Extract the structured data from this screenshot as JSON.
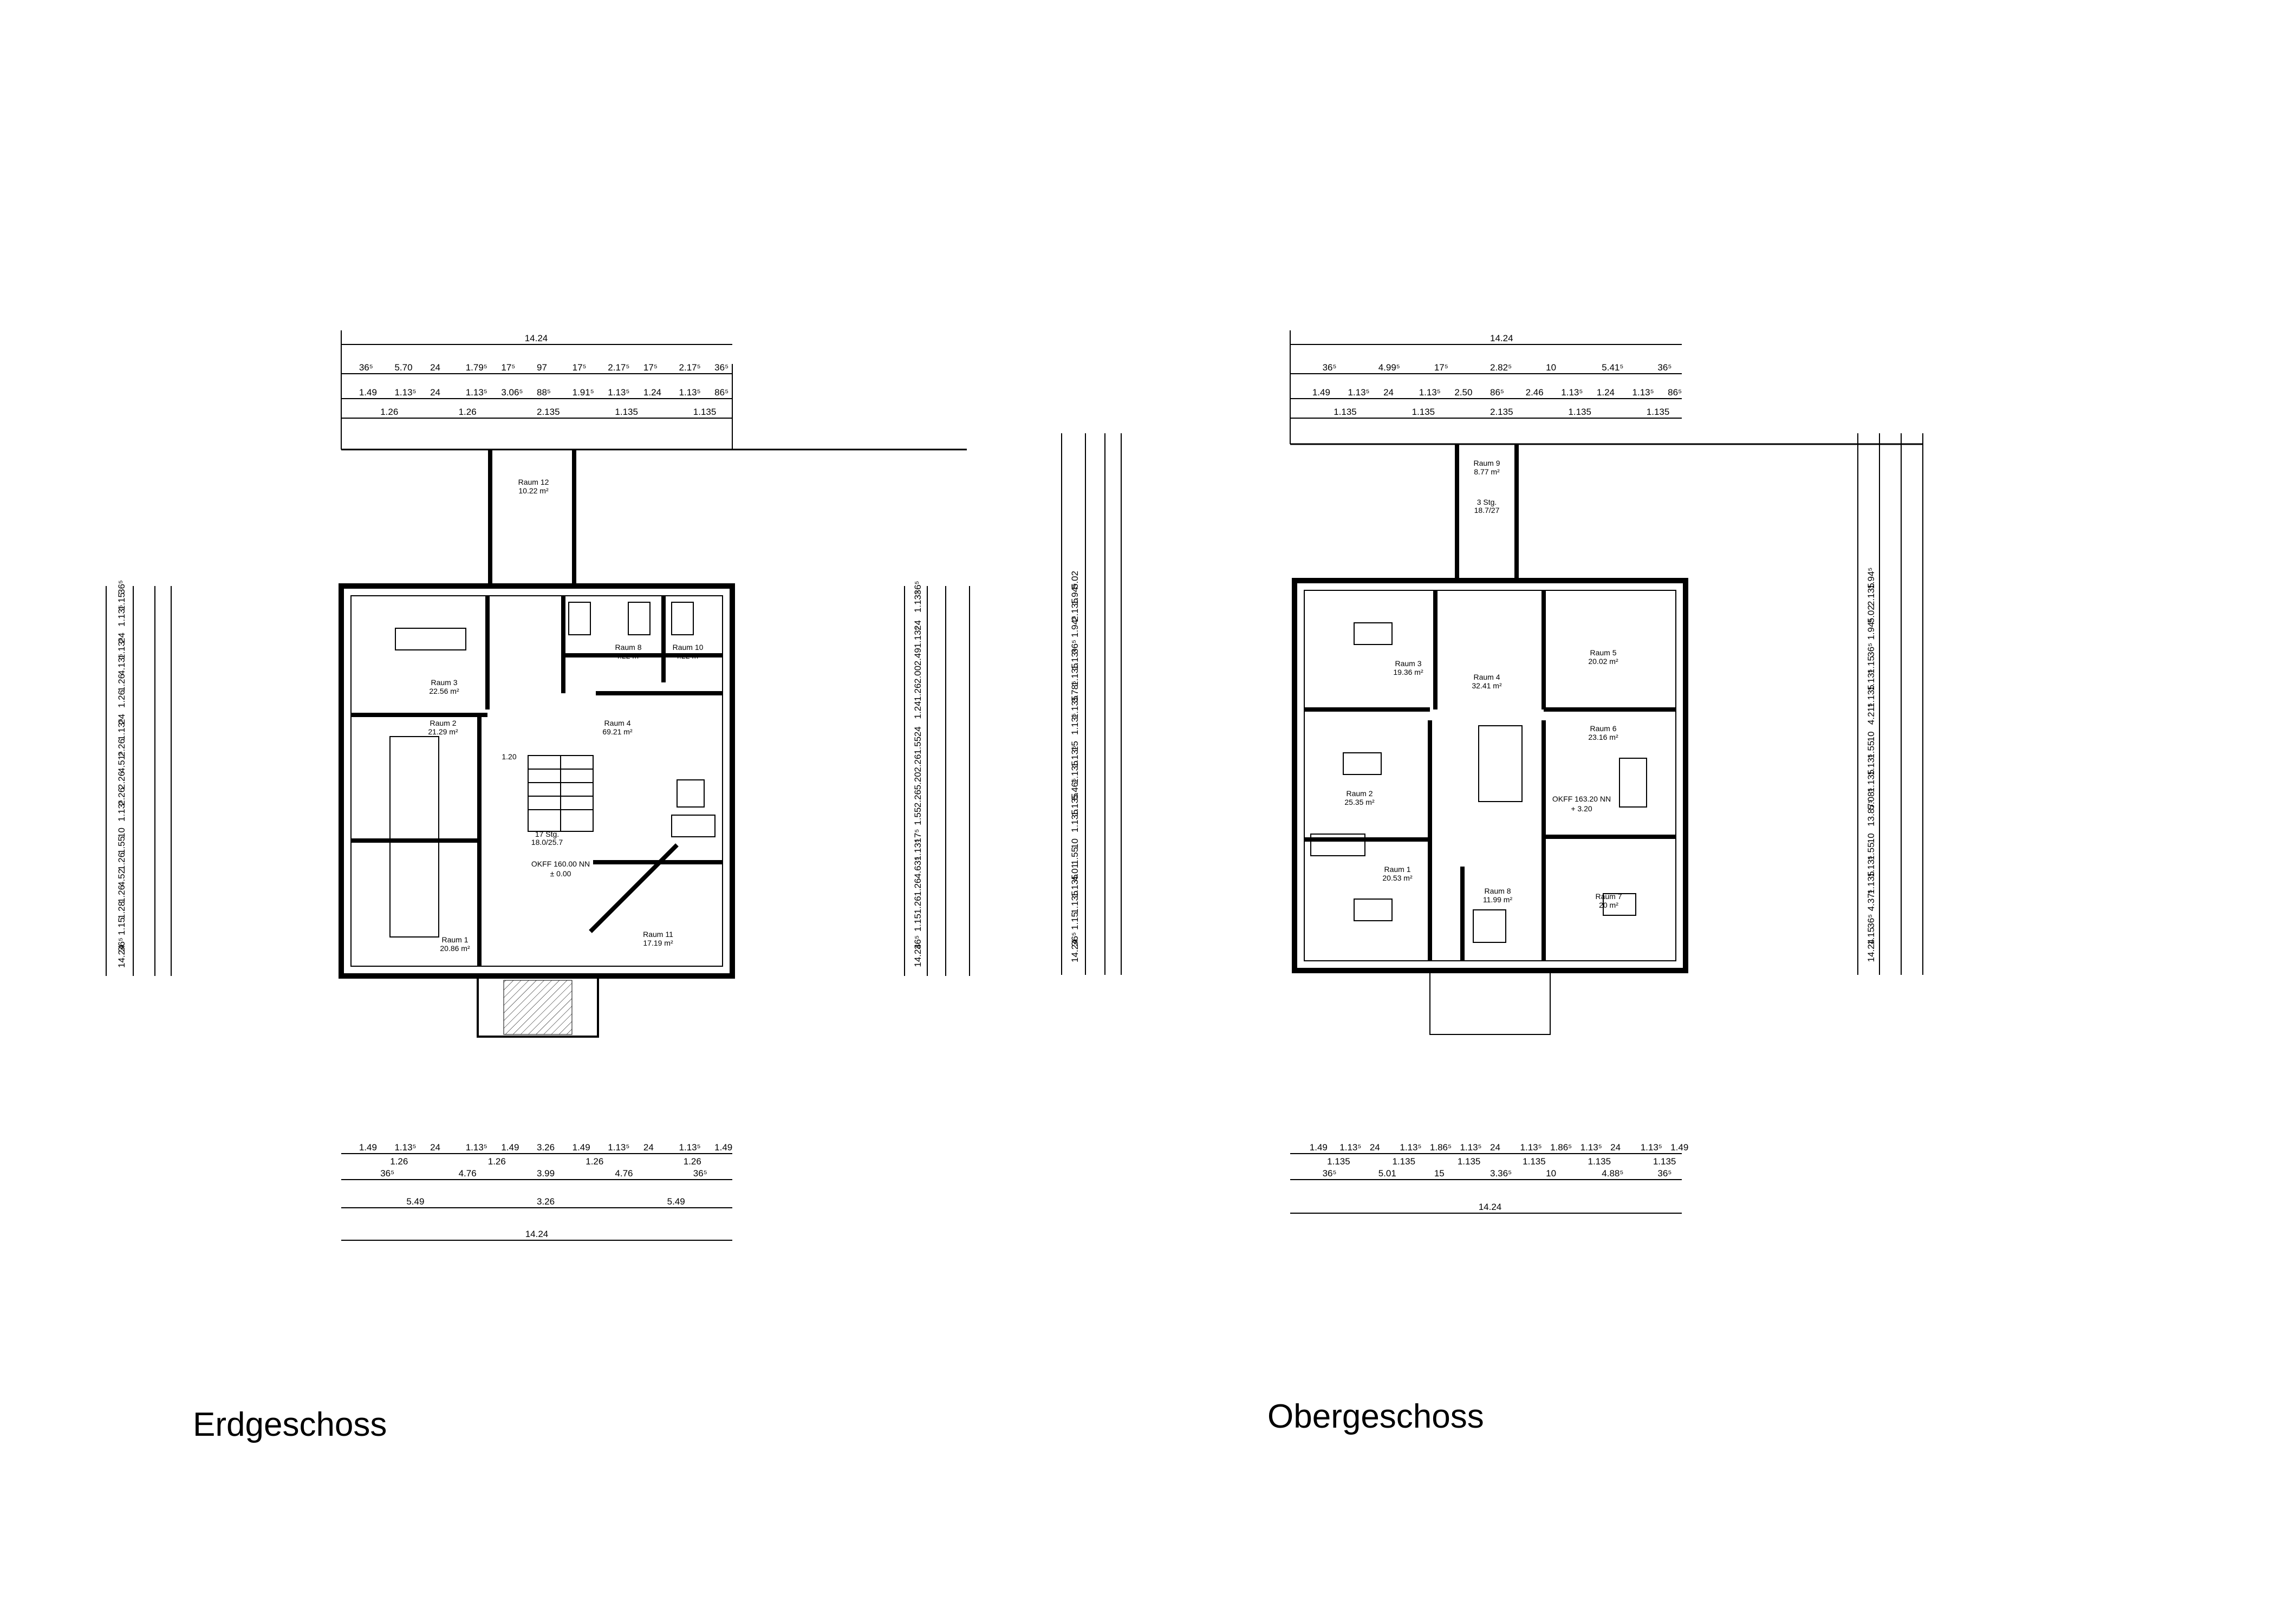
{
  "floors": [
    {
      "id": "eg",
      "title": "Erdgeschoss",
      "top_total": "14.24",
      "top_row1": [
        "36⁵",
        "5.70",
        "24",
        "1.79⁵",
        "17⁵",
        "97",
        "17⁵",
        "2.17⁵",
        "17⁵",
        "2.17⁵",
        "36⁵"
      ],
      "top_row2": [
        "1.49",
        "1.13⁵",
        "24",
        "1.13⁵",
        "3.06⁵",
        "88⁵",
        "1.91⁵",
        "1.13⁵",
        "1.24",
        "1.13⁵",
        "86⁵"
      ],
      "top_row3": [
        "1.26",
        "1.26",
        "2.135",
        "1.135",
        "1.135"
      ],
      "bottom_row1": [
        "1.49",
        "1.13⁵",
        "24",
        "1.13⁵",
        "1.49",
        "3.26",
        "1.49",
        "1.13⁵",
        "24",
        "1.13⁵",
        "1.49"
      ],
      "bottom_row2": [
        "1.26",
        "1.26",
        "1.26",
        "1.26"
      ],
      "bottom_row3": [
        "36⁵",
        "4.76",
        "3.99",
        "4.76",
        "36⁵"
      ],
      "bottom_row4": [
        "5.49",
        "3.26",
        "5.49"
      ],
      "bottom_total": "14.24",
      "left_dims": [
        "36⁵",
        "1.15",
        "1.13⁵",
        "24",
        "1.13⁵",
        "4.13⁵",
        "1.26",
        "1.26",
        "24",
        "1.13⁵",
        "2.26",
        "4.51⁵",
        "2.26",
        "2.26",
        "1.13⁵",
        "10",
        "1.55",
        "1.26",
        "4.52",
        "1.26",
        "1.28",
        "1.15",
        "36⁵",
        "14.24"
      ],
      "right_dims": [
        "36⁵",
        "1.13⁵",
        "24",
        "1.13⁵",
        "2.49",
        "2.00",
        "1.26",
        "1.24",
        "24",
        "1.55",
        "2.26",
        "5.20",
        "2.26",
        "1.55",
        "17⁵",
        "1.13⁵",
        "4.63⁵",
        "1.26",
        "1.26",
        "1.15",
        "36⁵",
        "14.24"
      ],
      "rooms": [
        {
          "name": "Raum 12",
          "area": "10.22 m²"
        },
        {
          "name": "Raum 3",
          "area": "22.56 m²"
        },
        {
          "name": "Raum 8",
          "area": "4.22 m²"
        },
        {
          "name": "Raum 10",
          "area": "4.22 m²"
        },
        {
          "name": "Raum 2",
          "area": "21.29 m²"
        },
        {
          "name": "Raum 4",
          "area": "69.21 m²"
        },
        {
          "name": "Raum 1",
          "area": "20.86 m²"
        },
        {
          "name": "Raum 11",
          "area": "17.19 m²"
        }
      ],
      "level_label": "OKFF 160.00 NN",
      "level_value": "± 0.00",
      "stair_label": "17 Stg.",
      "stair_ratio": "18.0/25.7",
      "dim_120": "1.20"
    },
    {
      "id": "og",
      "title": "Obergeschoss",
      "top_total": "14.24",
      "top_row1": [
        "36⁵",
        "4.99⁵",
        "17⁵",
        "2.82⁵",
        "10",
        "5.41⁵",
        "36⁵"
      ],
      "top_row2": [
        "1.49",
        "1.13⁵",
        "24",
        "1.13⁵",
        "2.50",
        "86⁵",
        "2.46",
        "1.13⁵",
        "1.24",
        "1.13⁵",
        "86⁵"
      ],
      "top_row3": [
        "1.135",
        "1.135",
        "2.135",
        "1.135",
        "1.135"
      ],
      "bottom_row1": [
        "1.49",
        "1.13⁵",
        "24",
        "1.13⁵",
        "1.86⁵",
        "1.13⁵",
        "24",
        "1.13⁵",
        "1.86⁵",
        "1.13⁵",
        "24",
        "1.13⁵",
        "1.49"
      ],
      "bottom_row2": [
        "1.135",
        "1.135",
        "1.135",
        "1.135",
        "1.135",
        "1.135"
      ],
      "bottom_row3": [
        "36⁵",
        "5.01",
        "15",
        "3.36⁵",
        "10",
        "4.88⁵",
        "36⁵"
      ],
      "bottom_total": "14.24",
      "left_dims": [
        "5.02",
        "1.94⁵",
        "2.135",
        "1.94⁵",
        "36⁵",
        "1.13⁵",
        "1.135",
        "3.78⁵",
        "1.135",
        "1.13⁵",
        "15",
        "1.13⁵",
        "1.135",
        "5.46⁵",
        "1.135",
        "1.135",
        "10",
        "1.55",
        "4.01",
        "1.135",
        "1.135",
        "1.15",
        "36⁵",
        "14.24"
      ],
      "right_dims": [
        "1.94⁵",
        "2.135",
        "5.02",
        "1.94⁵",
        "36⁵",
        "1.15",
        "1.13⁵",
        "1.135",
        "4.21⁵",
        "10",
        "1.55",
        "1.13⁵",
        "1.135",
        "5.08⁵",
        "13.87⁵",
        "10",
        "1.55",
        "1.13⁵",
        "1.135",
        "4.37⁵",
        "36⁵",
        "1.15",
        "14.24"
      ],
      "rooms": [
        {
          "name": "Raum 9",
          "area": "8.77 m²"
        },
        {
          "name": "Raum 3",
          "area": "19.36 m²"
        },
        {
          "name": "Raum 4",
          "area": "32.41 m²"
        },
        {
          "name": "Raum 5",
          "area": "20.02 m²"
        },
        {
          "name": "Raum 6",
          "area": "23.16 m²"
        },
        {
          "name": "Raum 2",
          "area": "25.35 m²"
        },
        {
          "name": "Raum 1",
          "area": "20.53 m²"
        },
        {
          "name": "Raum 8",
          "area": "11.99 m²"
        },
        {
          "name": "Raum 7",
          "area": "20 m²"
        }
      ],
      "level_label": "OKFF 163.20 NN",
      "level_value": "+ 3.20",
      "stair_label": "3 Stg.",
      "stair_ratio": "18.7/27"
    }
  ]
}
